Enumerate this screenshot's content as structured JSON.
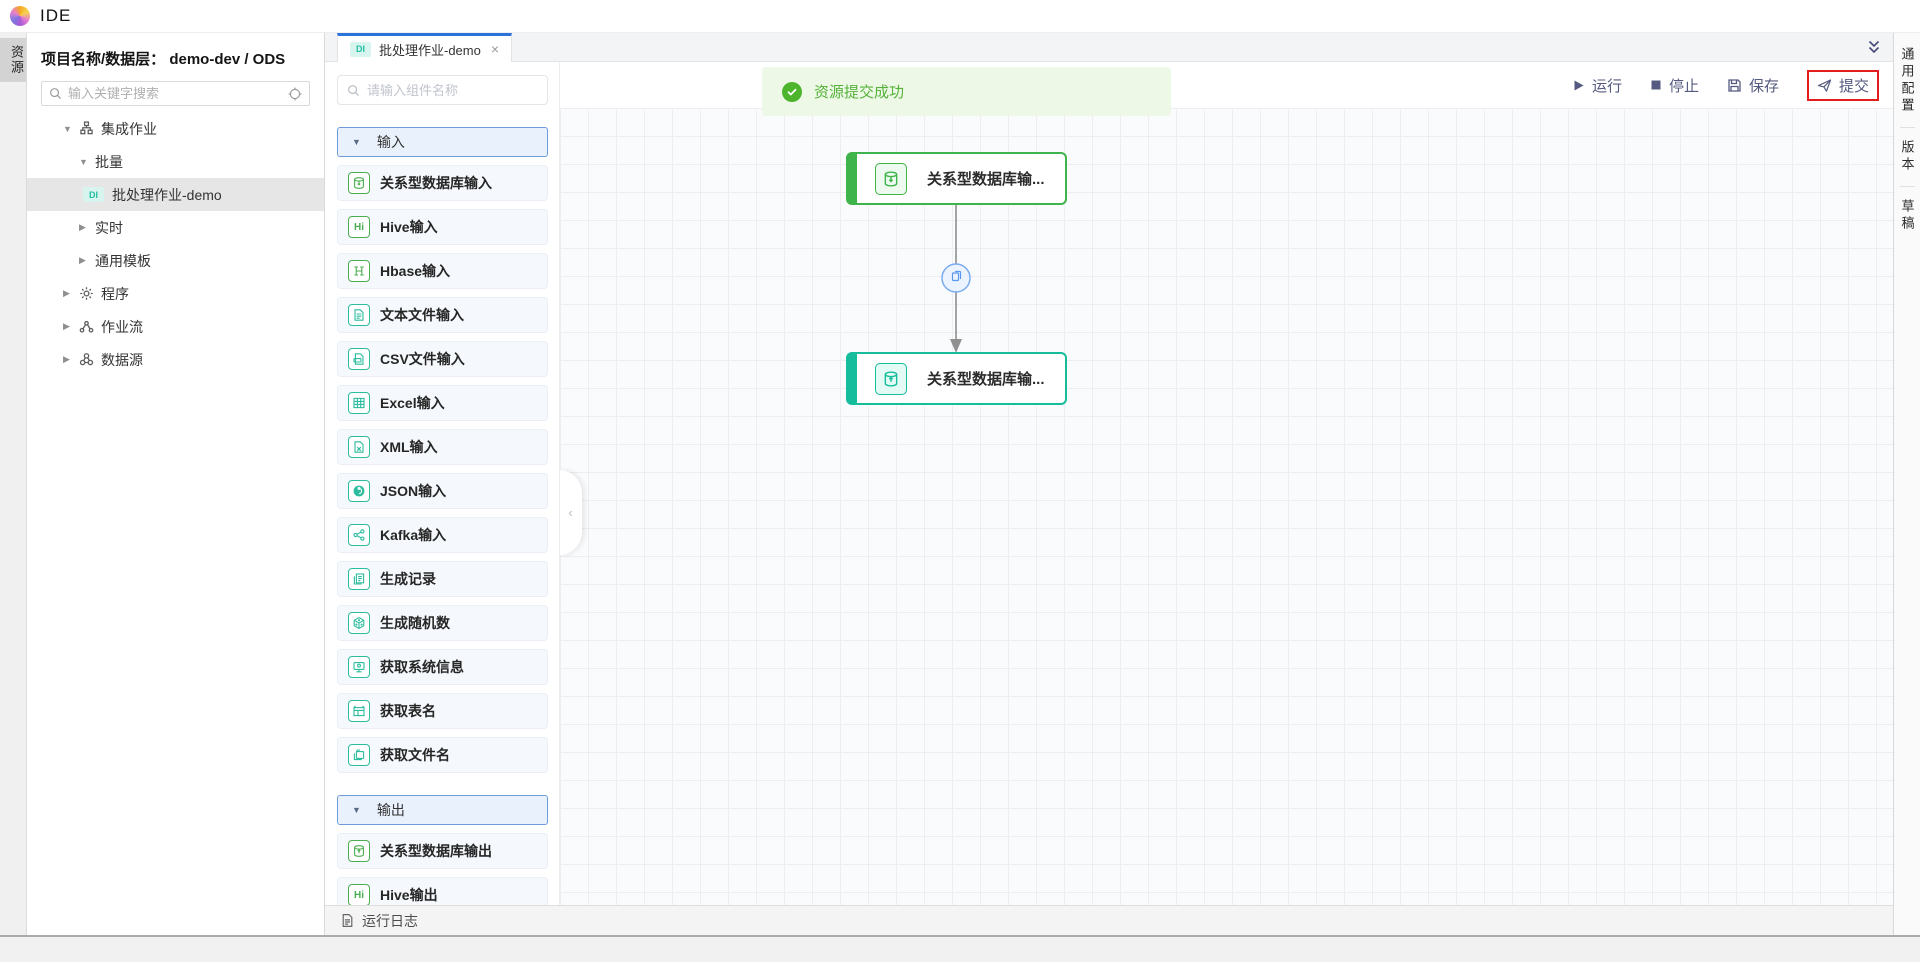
{
  "app": {
    "title": "IDE"
  },
  "left_tab": {
    "label": "资源"
  },
  "explorer": {
    "header": "项目名称/数据层： demo-dev / ODS",
    "search_placeholder": "输入关键字搜索",
    "search_icons": [
      "search-icon",
      "locate-icon"
    ],
    "tree": [
      {
        "label": "集成作业",
        "level": 0,
        "caret": "down",
        "icon": "hierarchy-icon"
      },
      {
        "label": "批量",
        "level": 1,
        "caret": "down"
      },
      {
        "label": "批处理作业-demo",
        "level": 2,
        "badge": "DI",
        "selected": true
      },
      {
        "label": "实时",
        "level": 1,
        "caret": "right"
      },
      {
        "label": "通用模板",
        "level": 1,
        "caret": "right"
      },
      {
        "label": "程序",
        "level": 0,
        "caret": "right",
        "icon": "gear-icon"
      },
      {
        "label": "作业流",
        "level": 0,
        "caret": "right",
        "icon": "flow-icon"
      },
      {
        "label": "数据源",
        "level": 0,
        "caret": "right",
        "icon": "datasource-icon"
      }
    ]
  },
  "tabs": {
    "active": {
      "badge": "DI",
      "title": "批处理作业-demo",
      "close": "×"
    }
  },
  "palette": {
    "search_placeholder": "请输入组件名称",
    "input_section": "输入",
    "output_section": "输出",
    "input_items": [
      {
        "label": "关系型数据库输入",
        "icon": "database-input-icon",
        "color": "green"
      },
      {
        "label": "Hive输入",
        "icon": "hive-icon",
        "color": "green",
        "glyph": "Hi"
      },
      {
        "label": "Hbase输入",
        "icon": "hbase-icon",
        "color": "green"
      },
      {
        "label": "文本文件输入",
        "icon": "text-file-icon",
        "color": "teal"
      },
      {
        "label": "CSV文件输入",
        "icon": "csv-file-icon",
        "color": "teal"
      },
      {
        "label": "Excel输入",
        "icon": "excel-icon",
        "color": "teal"
      },
      {
        "label": "XML输入",
        "icon": "xml-icon",
        "color": "teal"
      },
      {
        "label": "JSON输入",
        "icon": "json-icon",
        "color": "teal"
      },
      {
        "label": "Kafka输入",
        "icon": "kafka-icon",
        "color": "teal"
      },
      {
        "label": "生成记录",
        "icon": "generate-records-icon",
        "color": "teal"
      },
      {
        "label": "生成随机数",
        "icon": "random-number-icon",
        "color": "teal"
      },
      {
        "label": "获取系统信息",
        "icon": "system-info-icon",
        "color": "teal"
      },
      {
        "label": "获取表名",
        "icon": "table-name-icon",
        "color": "teal"
      },
      {
        "label": "获取文件名",
        "icon": "file-name-icon",
        "color": "teal"
      }
    ],
    "output_items": [
      {
        "label": "关系型数据库输出",
        "icon": "database-output-icon",
        "color": "green"
      },
      {
        "label": "Hive输出",
        "icon": "hive-icon",
        "color": "green",
        "glyph": "Hi"
      }
    ]
  },
  "toolbar": {
    "run": "运行",
    "stop": "停止",
    "save": "保存",
    "submit": "提交",
    "icons": [
      "play-icon",
      "stop-icon",
      "save-icon",
      "paper-plane-icon"
    ],
    "submit_highlight_color": "#e51c1c"
  },
  "toast": {
    "text": "资源提交成功",
    "icon": "check-circle-icon",
    "color": "#55b23a"
  },
  "flow": {
    "nodes": [
      {
        "label": "关系型数据库输...",
        "type": "input",
        "color": "#3eb44a",
        "icon": "database-input-icon"
      },
      {
        "label": "关系型数据库输...",
        "type": "output",
        "color": "#15bd9d",
        "icon": "database-output-icon"
      }
    ],
    "edge": {
      "badge_icon": "copy-icon"
    }
  },
  "right_sidebar": {
    "items": [
      "通用配置",
      "版本",
      "草稿"
    ],
    "collapse_icon": "double-chevron-down-icon"
  },
  "bottom_bar": {
    "log_label": "运行日志",
    "icon": "log-file-icon"
  }
}
